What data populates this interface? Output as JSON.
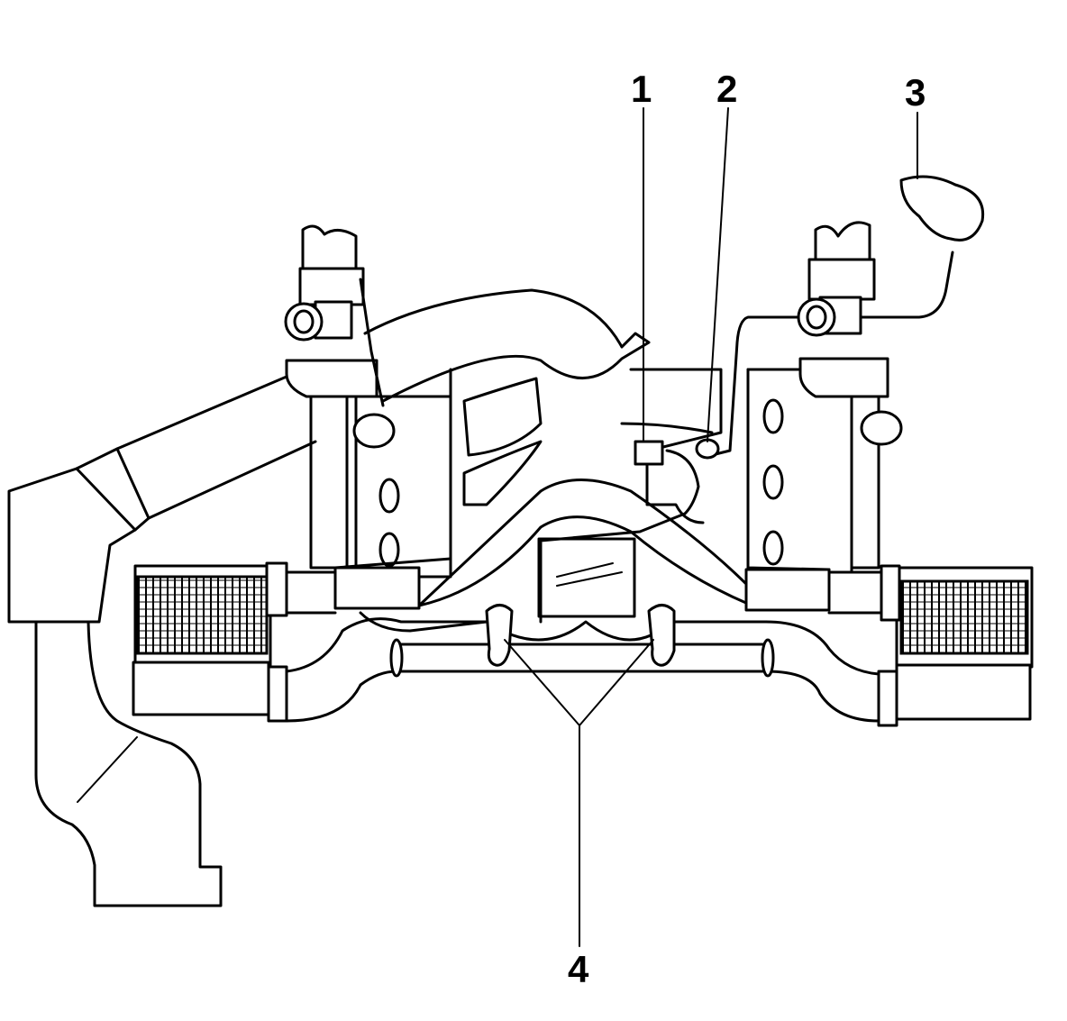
{
  "diagram": {
    "callouts": [
      {
        "id": "1",
        "text": "1"
      },
      {
        "id": "2",
        "text": "2"
      },
      {
        "id": "3",
        "text": "3"
      },
      {
        "id": "4",
        "text": "4"
      }
    ],
    "stroke_color": "#000000",
    "background_color": "#ffffff"
  }
}
